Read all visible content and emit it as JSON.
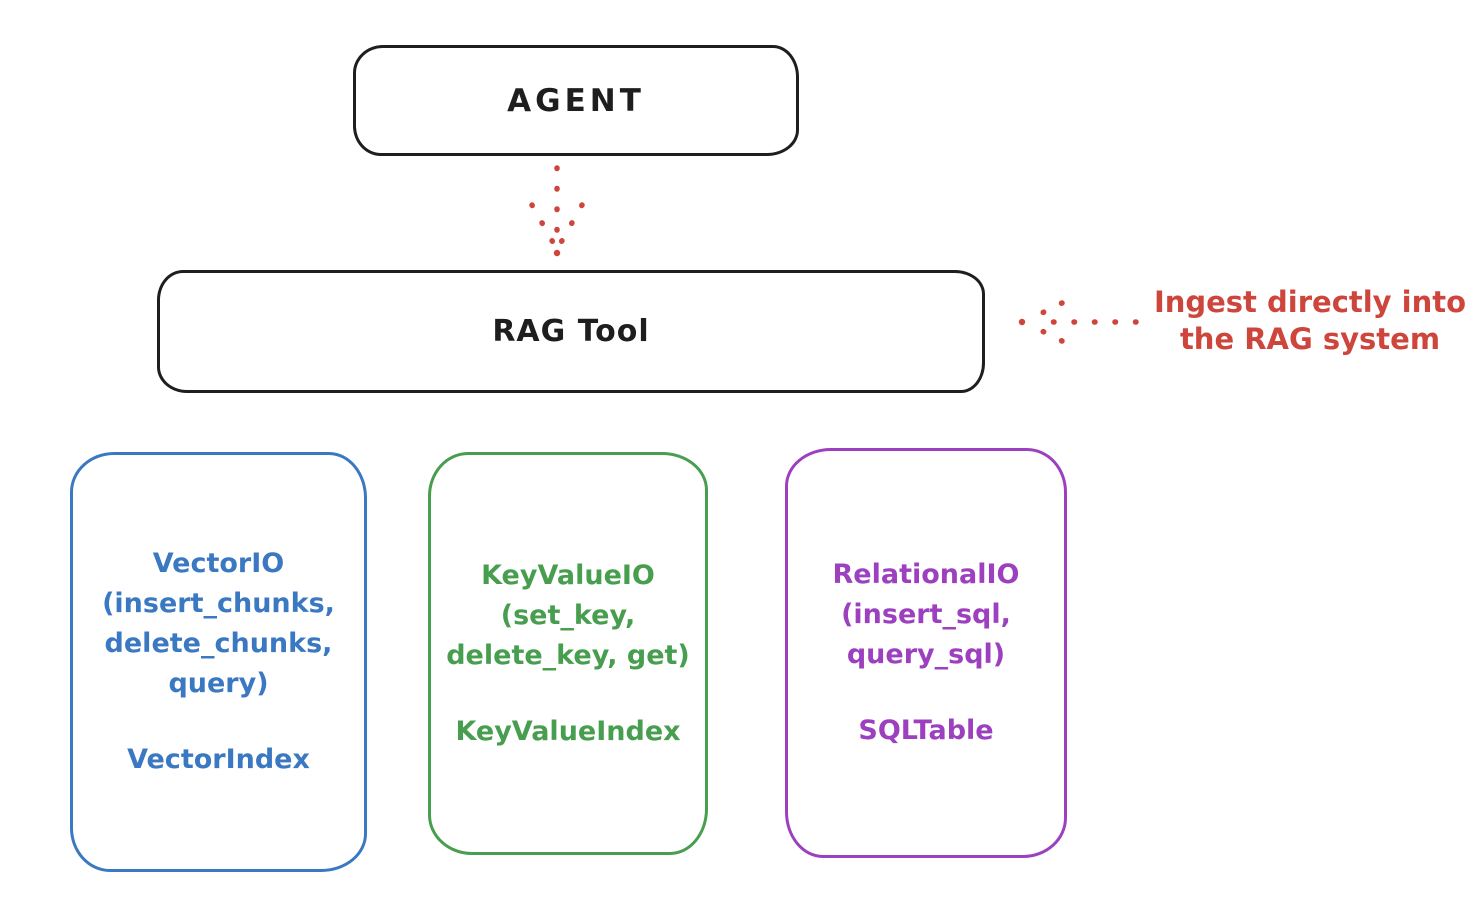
{
  "colors": {
    "ink": "#1e1e1e",
    "red": "#ce453c",
    "blue": "#3b78c2",
    "green": "#479e4e",
    "purple": "#9c40c0",
    "bg": "#ffffff"
  },
  "nodes": {
    "agent": {
      "label": "AGENT"
    },
    "rag_tool": {
      "label": "RAG Tool"
    },
    "vector": {
      "lines": [
        "VectorIO",
        "(insert_chunks,",
        "delete_chunks,",
        "query)"
      ],
      "secondary": "VectorIndex"
    },
    "keyvalue": {
      "lines": [
        "KeyValueIO",
        "(set_key,",
        "delete_key, get)"
      ],
      "secondary": "KeyValueIndex"
    },
    "relational": {
      "lines": [
        "RelationalIO",
        "(insert_sql,",
        "query_sql)"
      ],
      "secondary": "SQLTable"
    }
  },
  "annotation": {
    "lines": [
      "Ingest directly into",
      "the RAG system"
    ]
  },
  "arrows": {
    "agent_to_rag": "dotted-arrow-down",
    "annotation_to_rag": "dotted-arrow-left"
  }
}
